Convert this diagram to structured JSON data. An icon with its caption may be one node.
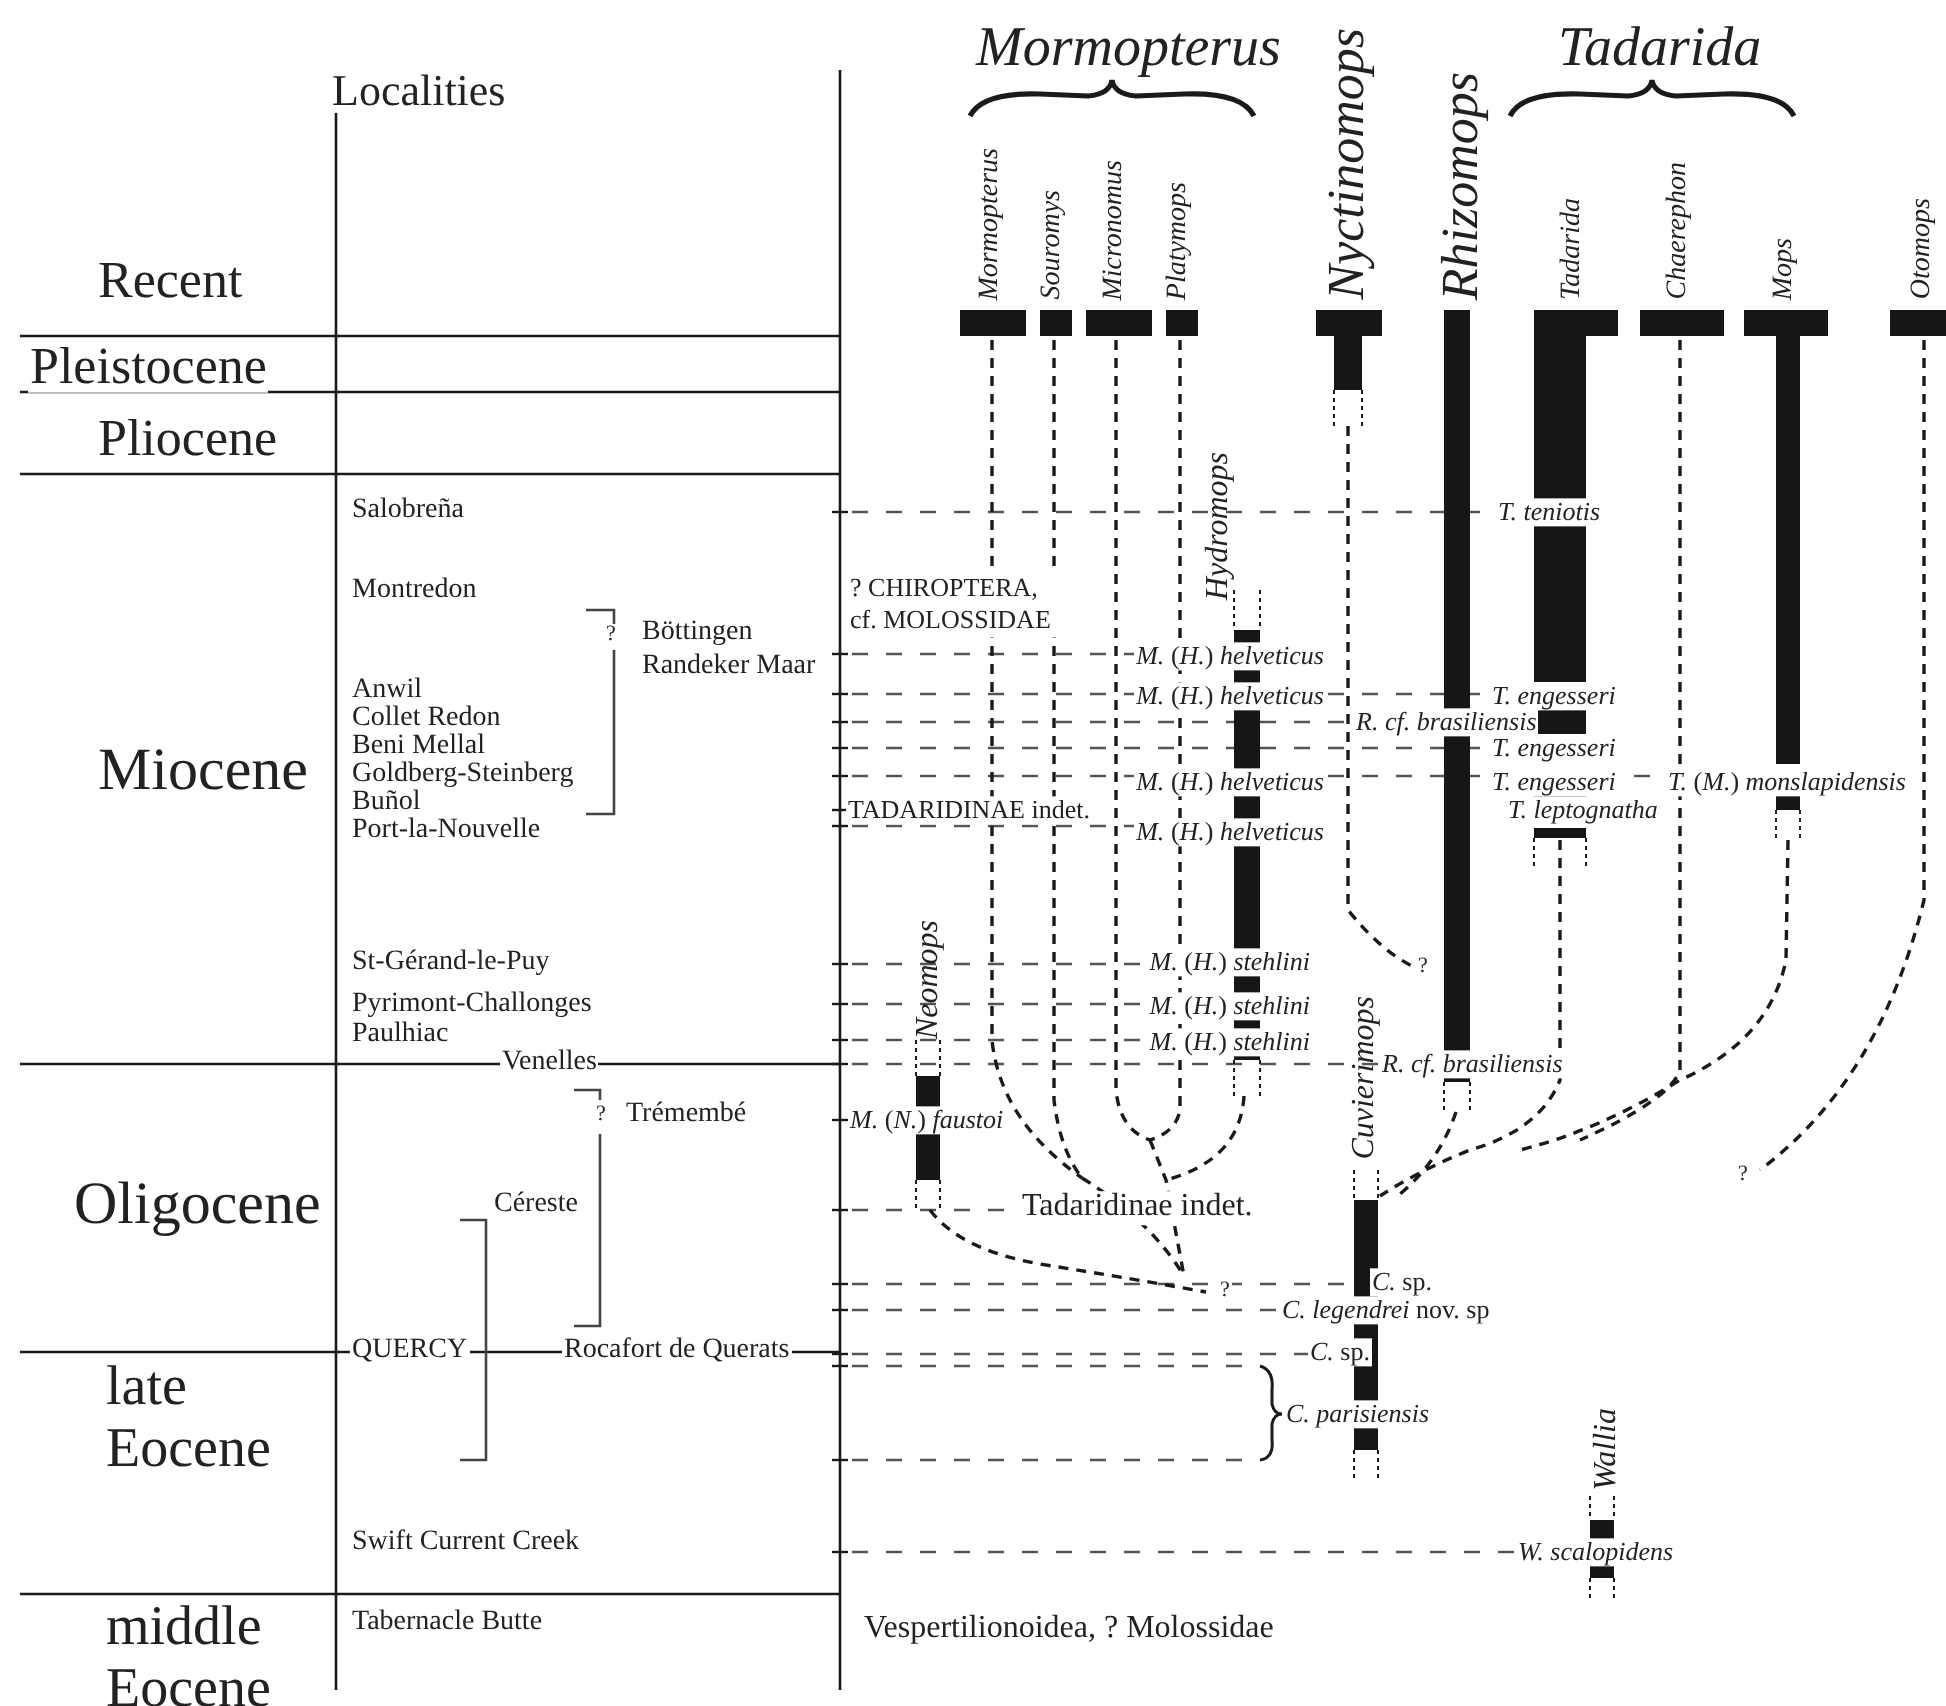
{
  "diagram": {
    "labels": [
      "Localities",
      "Mormopterus",
      "Tadarida",
      "Nyctinomops",
      "Rhizomops",
      "Mormopterus",
      "Souromys",
      "Micronomus",
      "Platymops",
      "Tadarida",
      "Chaerephon",
      "Mops",
      "Otomops",
      "Recent",
      "Pleistocene",
      "Pliocene",
      "Miocene",
      "Oligocene",
      "late Eocene",
      "middle Eocene",
      "Salobreña",
      "T. teniotis",
      "Montredon",
      "? CHIROPTERA, cf. MOLOSSIDAE",
      "Hydromops",
      "?",
      "Böttingen",
      "Randeker Maar",
      "*M.* (*H.*) *helveticus*",
      "Anwil",
      "*M.* (*H.*) *helveticus*",
      "T. engesseri",
      "Collet Redon",
      "R. cf. brasiliensis",
      "Beni Mellal",
      "T. engesseri",
      "Goldberg-Steinberg",
      "*M.* (*H.*) *helveticus*",
      "T. engesseri",
      "*T.* (*M.*) *monslapidensis*",
      "Buñol",
      "TADARIDINAE indet.",
      "T. leptognatha",
      "Port-la-Nouvelle",
      "*M.* (*H.*) *helveticus*",
      "St-Gérand-le-Puy",
      "*M.* (*H.*) *stehlini*",
      "?",
      "Pyrimont-Challonges",
      "*M.* (*H.*) *stehlini*",
      "Paulhiac",
      "*M.* (*H.*) *stehlini*",
      "Neomops",
      "Venelles",
      "R. cf. brasiliensis",
      "?",
      "Trémembé",
      "*M.* (*N.*) *faustoi*",
      "Cuvierimops",
      "?",
      "Céreste",
      "Tadaridinae indet.",
      "*C.* sp.",
      "?",
      "*C. legendrei* nov. sp",
      "QUERCY",
      "Rocafort de Querats",
      "*C.* sp.",
      "C. parisiensis",
      "Wallia",
      "Swift Current Creek",
      "W. scalopidens",
      "Tabernacle Butte",
      "Vespertilionoidea, ? Molossidae"
    ]
  }
}
